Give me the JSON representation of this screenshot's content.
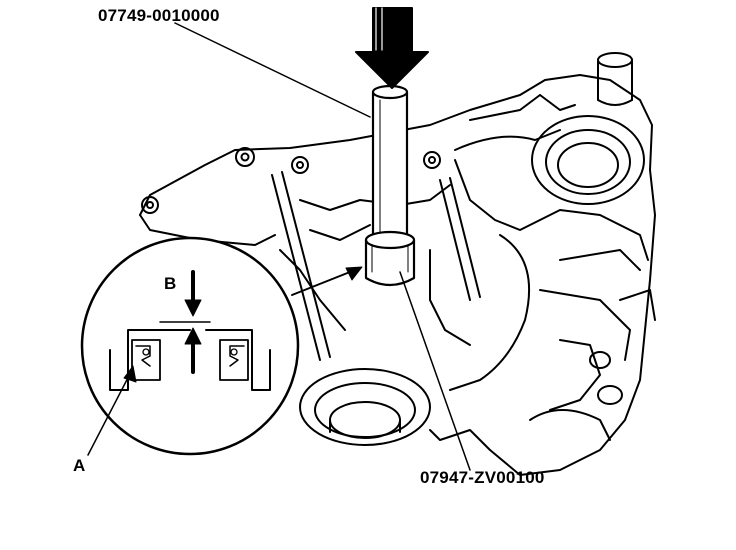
{
  "labels": {
    "tool_top": "07749-0010000",
    "tool_bottom": "07947-ZV00100",
    "callout_a": "A",
    "callout_b": "B"
  }
}
